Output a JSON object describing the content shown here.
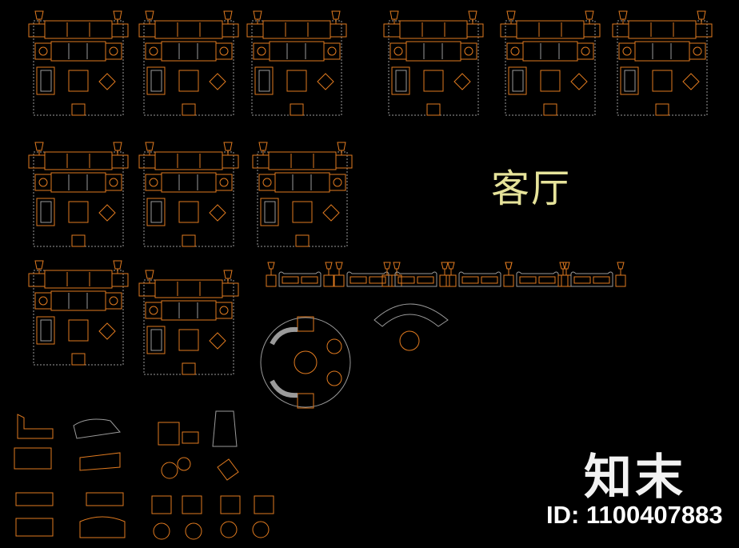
{
  "title": "客厅",
  "brand": "知末",
  "id_text": "ID: 1100407883",
  "colors": {
    "background": "#000000",
    "orange": "#e07a1f",
    "grey": "#9a9a9a",
    "title": "#e6e39a",
    "brand": "#f2f2f2"
  }
}
